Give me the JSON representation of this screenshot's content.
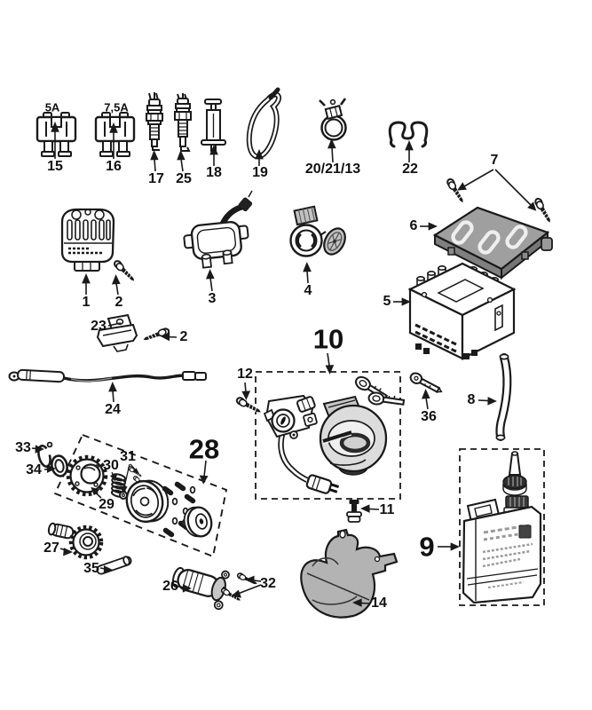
{
  "diagram": {
    "type": "exploded-parts-diagram",
    "colors": {
      "ink": "#1a1a1a",
      "paper": "#ffffff",
      "shade_dark": "#9f9f9f",
      "shade_light": "#d9d9d9"
    },
    "parts": {
      "regulator": {
        "number": "1"
      },
      "mount_screw": {
        "number": "2"
      },
      "ignition_coil": {
        "number": "3"
      },
      "accessory_socket": {
        "number": "4"
      },
      "battery": {
        "number": "5"
      },
      "battery_cover": {
        "number": "6"
      },
      "cover_screws": {
        "number": "7"
      },
      "breather_tube": {
        "number": "8"
      },
      "oil_bottle_kit": {
        "number": "9"
      },
      "lock_set": {
        "number": "10"
      },
      "flange_bolt": {
        "number": "11"
      },
      "lock_screw": {
        "number": "12"
      },
      "lower_bracket": {
        "number": "14"
      },
      "fuse_5a": {
        "number": "15",
        "rating": "5A"
      },
      "fuse_7_5a": {
        "number": "16",
        "rating": "7,5A"
      },
      "spark_plug_a": {
        "number": "17"
      },
      "grease_syringe": {
        "number": "18"
      },
      "cable_tie": {
        "number": "19"
      },
      "hose_clamp": {
        "number": "20/21/13"
      },
      "spring_clip": {
        "number": "22"
      },
      "sensor_bracket": {
        "number": "23"
      },
      "wiring_harness": {
        "number": "24"
      },
      "spark_plug_b": {
        "number": "25"
      },
      "starter_motor": {
        "number": "26"
      },
      "double_gear": {
        "number": "27"
      },
      "starter_drive_kit": {
        "number": "28"
      },
      "sprocket": {
        "number": "29"
      },
      "spring": {
        "number": "30"
      },
      "kit_fasteners": {
        "number": "31"
      },
      "motor_screws": {
        "number": "32"
      },
      "circlip": {
        "number": "33"
      },
      "seal_ring": {
        "number": "34"
      },
      "roller_pin": {
        "number": "35"
      },
      "key_blank": {
        "number": "36"
      }
    }
  }
}
